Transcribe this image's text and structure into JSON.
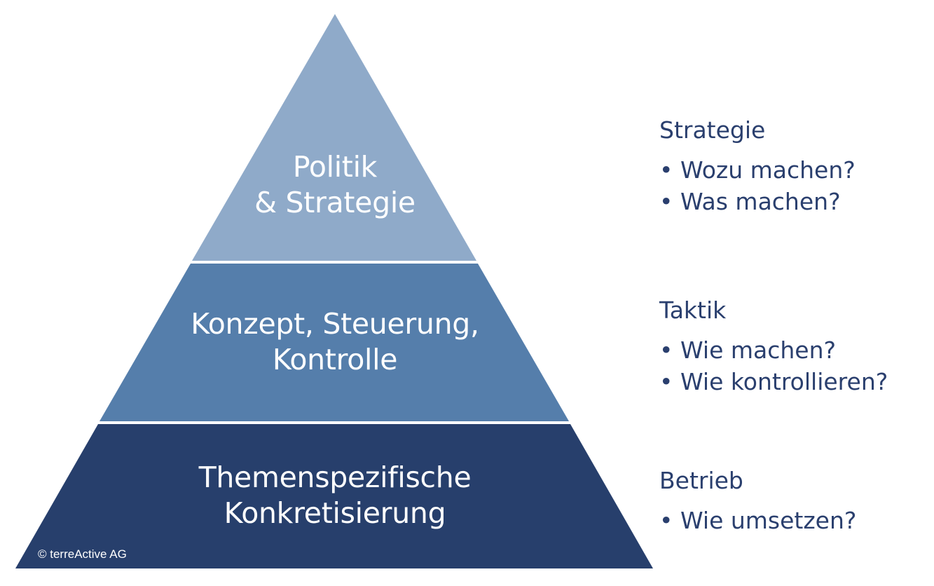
{
  "colors": {
    "top": "#8faac9",
    "middle": "#557eab",
    "bottom": "#273f6c",
    "side_text": "#2a3f6e",
    "separator": "#ffffff"
  },
  "pyramid": {
    "tiers": [
      {
        "lines": [
          "Politik",
          "& Strategie"
        ]
      },
      {
        "lines": [
          "Konzept, Steuerung,",
          "Kontrolle"
        ]
      },
      {
        "lines": [
          "Themenspezifische",
          "Konkretisierung"
        ]
      }
    ]
  },
  "side": {
    "bullet": "•",
    "groups": [
      {
        "heading": "Strategie",
        "items": [
          "Wozu machen?",
          "Was machen?"
        ]
      },
      {
        "heading": "Taktik",
        "items": [
          "Wie machen?",
          "Wie kontrollieren?"
        ]
      },
      {
        "heading": "Betrieb",
        "items": [
          "Wie umsetzen?"
        ]
      }
    ]
  },
  "copyright": "© terreActive AG"
}
